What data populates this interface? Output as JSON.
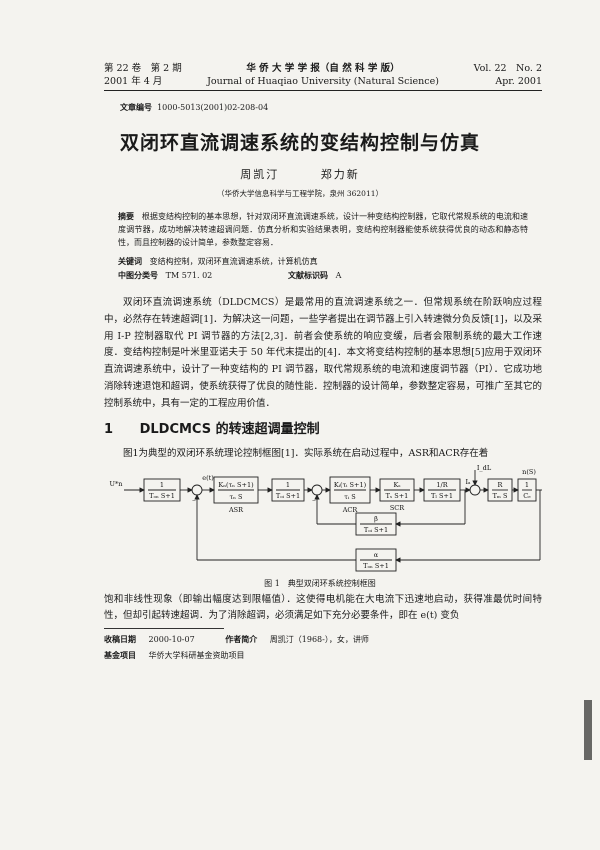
{
  "header": {
    "vol_left": "第 22 卷　第 2 期",
    "journal_cn": "华 侨 大 学 学 报（自 然 科 学 版）",
    "vol_right": "Vol. 22　No. 2",
    "date_left": "2001 年 4 月",
    "journal_en": "Journal of Huaqiao University (Natural Science)",
    "date_right": "Apr. 2001"
  },
  "doc_no": {
    "label": "文章编号",
    "value": "1000-5013(2001)02-208-04"
  },
  "title": "双闭环直流调速系统的变结构控制与仿真",
  "authors": [
    "周凯汀",
    "郑力新"
  ],
  "affiliation": "（华侨大学信息科学与工程学院，泉州 362011）",
  "abstract": {
    "label": "摘要",
    "text": "根据变结构控制的基本思想，针对双闭环直流调速系统，设计一种变结构控制器，它取代常规系统的电流和速度调节器，成功地解决转速超调问题．仿真分析和实验结果表明，变结构控制器能使系统获得优良的动态和静态特性，而且控制器的设计简单，参数整定容易．"
  },
  "keywords": {
    "label": "关键词",
    "text": "变结构控制，双闭环直流调速系统，计算机仿真"
  },
  "classification": {
    "label": "中图分类号",
    "value": "TM 571. 02",
    "doc_label": "文献标识码",
    "doc_value": "A"
  },
  "intro_paragraph": "双闭环直流调速系统（DLDCMCS）是最常用的直流调速系统之一．但常规系统在阶跃响应过程中，必然存在转速超调[1]．为解决这一问题，一些学者提出在调节器上引入转速微分负反馈[1]，以及采用 I-P 控制器取代 PI 调节器的方法[2,3]．前者会使系统的响应变缓，后者会限制系统的最大工作速度．变结构控制是叶米里亚诺夫于 50 年代末提出的[4]．本文将变结构控制的基本思想[5]应用于双闭环直流调速系统中，设计了一种变结构的 PI 调节器，取代常规系统的电流和速度调节器（PI）．它成功地消除转速退饱和超调，使系统获得了优良的随性能．控制器的设计简单，参数整定容易，可推广至其它的控制系统中，具有一定的工程应用价值．",
  "section1": {
    "number": "1",
    "title": "DLDCMCS 的转速超调量控制"
  },
  "section1_para": "图1为典型的双闭环系统理论控制框图[1]．实际系统在启动过程中，ASR和ACR存在着",
  "figure": {
    "caption": "图 1　典型双闭环系统控制框图",
    "labels": {
      "input": "U*n",
      "block1": "1 / (Tₒₙ S+1)",
      "asr": "Kₙ(τₙ S+1) / τₙ S",
      "asr_label": "ASR",
      "et": "e(t)",
      "block3": "1 / (Tₒᵢ S+1)",
      "acr": "Kᵢ(τᵢ S+1) / τᵢ S",
      "acr_label": "ACR",
      "scr": "Kₛ / (Tₛ S+1)",
      "scr_label": "SCR",
      "motor": "1/R / (Tₗ S+1)",
      "id": "Iₐ",
      "idl": "I_dL",
      "rbl": "R / Tₘ S",
      "ce": "1 / Cₑ",
      "out": "n(S)",
      "fb_i": "β / (Tₒᵢ S+1)",
      "fb_n": "α / (Tₒₙ S+1)"
    }
  },
  "body_after_fig": "饱和非线性现象（即输出幅度达到限幅值）．这使得电机能在大电流下迅速地启动，获得准最优时间特性，但却引起转速超调．为了消除超调，必须满足如下充分必要条件，即在 e(t) 变负",
  "footnote": {
    "received_label": "收稿日期",
    "received": "2000-10-07",
    "author_label": "作者简介",
    "author": "周凯汀（1968-），女，讲师",
    "fund_label": "基金项目",
    "fund": "华侨大学科研基金资助项目"
  }
}
